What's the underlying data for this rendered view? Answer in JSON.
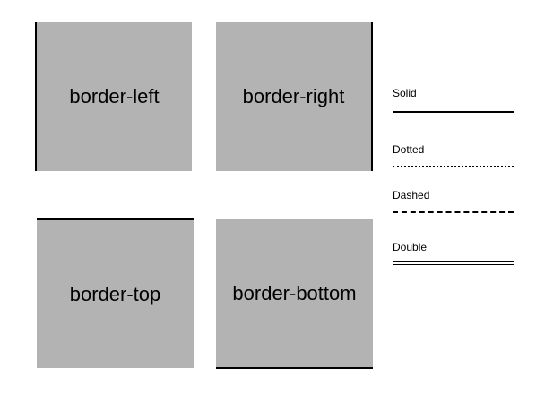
{
  "boxes": {
    "left": "border-left",
    "right": "border-right",
    "top": "border-top",
    "bottom": "border-bottom"
  },
  "legend": {
    "solid": "Solid",
    "dotted": "Dotted",
    "dashed": "Dashed",
    "double": "Double"
  },
  "colors": {
    "box_fill": "#b3b3b3",
    "border": "#000000",
    "background": "#ffffff"
  }
}
